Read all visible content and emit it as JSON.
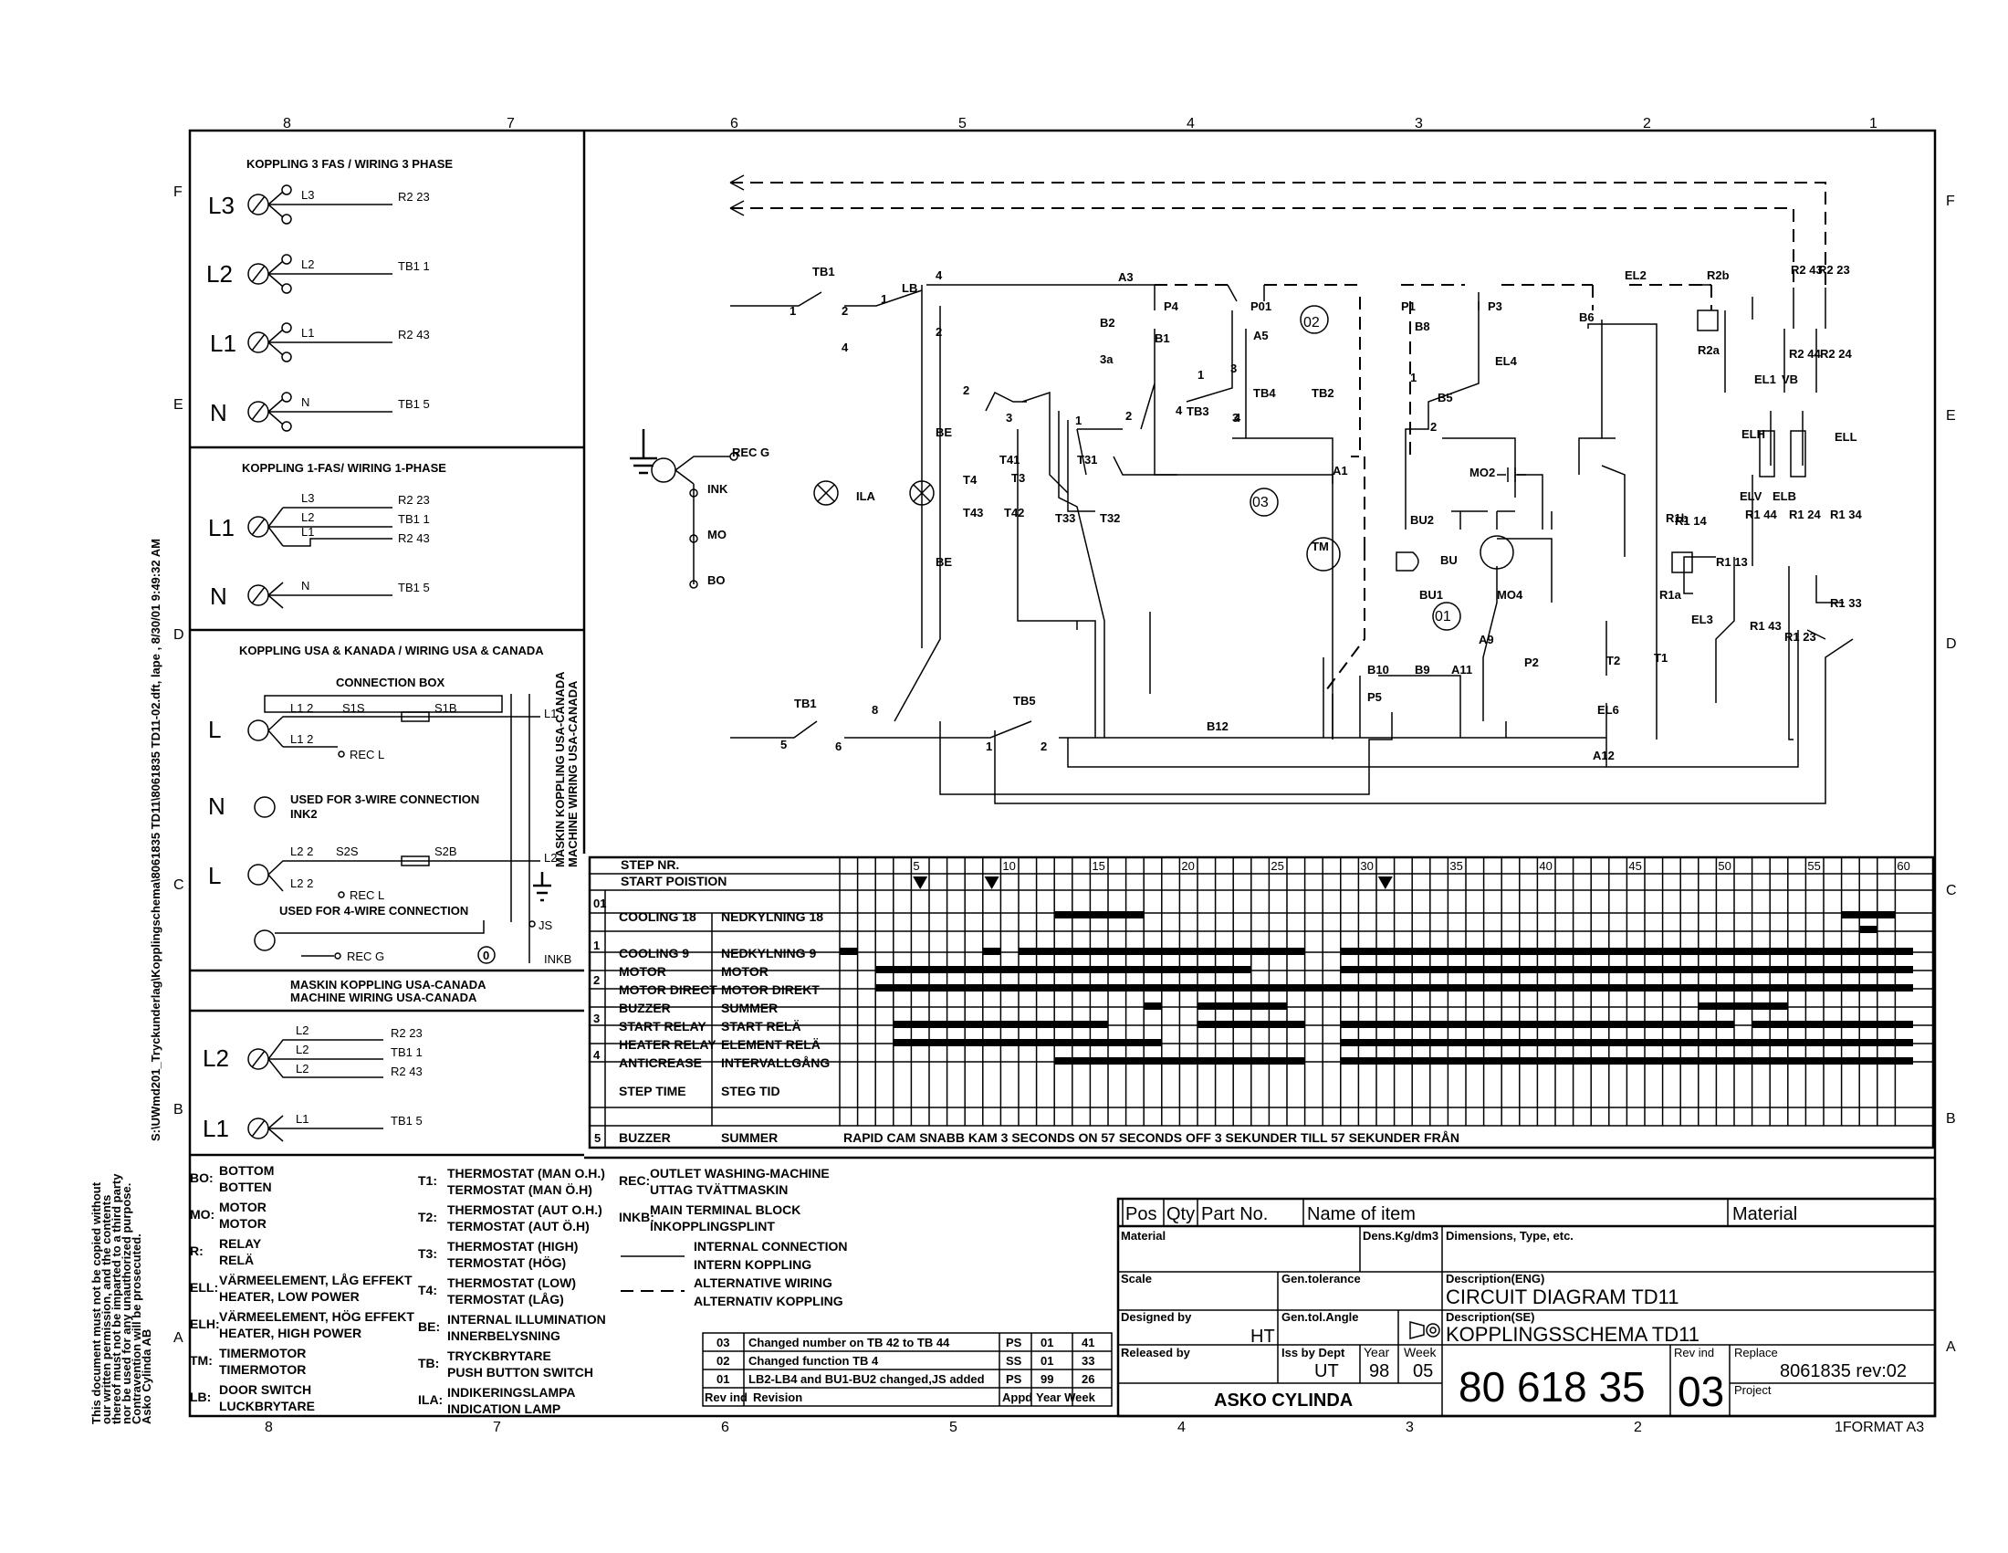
{
  "sheet": {
    "zones_top": [
      "8",
      "7",
      "6",
      "5",
      "4",
      "3",
      "2",
      "1"
    ],
    "rows_side": [
      "F",
      "E",
      "D",
      "C",
      "B",
      "A"
    ],
    "path_text": "S:\\UWmd201_Tryckunderlag\\Kopplingschema\\8061835 TD11\\8061835 TD11-02.dft, lape , 8/30/01 9:49:32 AM",
    "copyright": [
      "This document must not be copied without",
      "our written permission, and the contents",
      "thereof must not be imparted to a third party",
      "nor be used for any unauthorized purpose.",
      "Contravention will be prosecuted.",
      "Asko Cylinda AB"
    ],
    "format": "1FORMAT A3"
  },
  "left_panel": {
    "wiring3": {
      "title": "KOPPLING 3 FAS / WIRING 3 PHASE",
      "rows": [
        {
          "name": "L3",
          "wire": "L3",
          "dest": "R2 23"
        },
        {
          "name": "L2",
          "wire": "L2",
          "dest": "TB1 1"
        },
        {
          "name": "L1",
          "wire": "L1",
          "dest": "R2 43"
        },
        {
          "name": "N",
          "wire": "N",
          "dest": "TB1 5"
        }
      ]
    },
    "wiring1": {
      "title": "KOPPLING 1-FAS/ WIRING 1-PHASE",
      "l1": "L1",
      "n": "N",
      "wires": [
        "L3",
        "L2",
        "L1"
      ],
      "dests": [
        "R2 23",
        "TB1 1",
        "R2 43"
      ],
      "n_wire": "N",
      "n_dest": "TB1 5"
    },
    "wiring_usa": {
      "title": "KOPPLING USA & KANADA / WIRING USA & CANADA",
      "box": "CONNECTION BOX",
      "l": "L",
      "n": "N",
      "l12": "L1 2",
      "s1s": "S1S",
      "s1b": "S1B",
      "l1_out": "L1",
      "l12b": "L1 2",
      "recl": "REC L",
      "used3": "USED FOR 3-WIRE CONNECTION",
      "ink2": "INK2",
      "l22": "L2 2",
      "s2s": "S2S",
      "s2b": "S2B",
      "l2_out": "L2",
      "l22b": "L2 2",
      "recl2": "REC L",
      "used4": "USED FOR 4-WIRE CONNECTION",
      "js": "JS",
      "recg": "REC G",
      "inkb": "INKB",
      "vert1": "MASKIN KOPPLING USA-CANADA",
      "vert2": "MACHINE WIRING USA-CANADA",
      "circ": "0"
    },
    "machine": {
      "title1": "MASKIN KOPPLING USA-CANADA",
      "title2": "MACHINE WIRING USA-CANADA",
      "l2": "L2",
      "l1": "L1",
      "wires": [
        "L2",
        "L2",
        "L2"
      ],
      "dests": [
        "R2 23",
        "TB1 1",
        "R2 43"
      ],
      "l1_wire": "L1",
      "l1_dest": "TB1 5"
    }
  },
  "legend": {
    "col1": [
      {
        "code": "BO:",
        "en": "BOTTOM",
        "se": "BOTTEN"
      },
      {
        "code": "MO:",
        "en": "MOTOR",
        "se": "MOTOR"
      },
      {
        "code": "R:",
        "en": "RELAY",
        "se": "RELÄ"
      },
      {
        "code": "ELL:",
        "en": "VÄRMEELEMENT, LÅG EFFEKT",
        "se": "HEATER, LOW POWER"
      },
      {
        "code": "ELH:",
        "en": "VÄRMEELEMENT, HÖG EFFEKT",
        "se": "HEATER, HIGH POWER"
      },
      {
        "code": "TM:",
        "en": "TIMERMOTOR",
        "se": "TIMERMOTOR"
      },
      {
        "code": "LB:",
        "en": "DOOR SWITCH",
        "se": "LUCKBRYTARE"
      }
    ],
    "col2": [
      {
        "code": "T1:",
        "en": "THERMOSTAT (MAN O.H.)",
        "se": "TERMOSTAT (MAN Ö.H)"
      },
      {
        "code": "T2:",
        "en": "THERMOSTAT (AUT O.H.)",
        "se": "TERMOSTAT (AUT Ö.H)"
      },
      {
        "code": "T3:",
        "en": "THERMOSTAT (HIGH)",
        "se": "TERMOSTAT (HÖG)"
      },
      {
        "code": "T4:",
        "en": "THERMOSTAT (LOW)",
        "se": "TERMOSTAT (LÅG)"
      },
      {
        "code": "BE:",
        "en": "INTERNAL ILLUMINATION",
        "se": "INNERBELYSNING"
      },
      {
        "code": "TB:",
        "en": "TRYCKBRYTARE",
        "se": "PUSH BUTTON SWITCH"
      },
      {
        "code": "ILA:",
        "en": "INDIKERINGSLAMPA",
        "se": "INDICATION LAMP"
      }
    ],
    "col3": [
      {
        "code": "REC:",
        "en": "OUTLET WASHING-MACHINE",
        "se": "UTTAG TVÄTTMASKIN"
      },
      {
        "code": "INKB:",
        "en": "MAIN TERMINAL BLOCK",
        "se": "INKOPPLINGSPLINT"
      }
    ],
    "lines": [
      "INTERNAL CONNECTION",
      "INTERN KOPPLING",
      "ALTERNATIVE WIRING",
      "ALTERNATIV KOPPLING"
    ]
  },
  "revisions": {
    "rows": [
      {
        "rev": "03",
        "text": "Changed number on TB 42 to TB 44",
        "appd": "PS",
        "year": "01",
        "week": "41"
      },
      {
        "rev": "02",
        "text": "Changed function TB 4",
        "appd": "SS",
        "year": "01",
        "week": "33"
      },
      {
        "rev": "01",
        "text": "LB2-LB4 and BU1-BU2 changed,JS added",
        "appd": "PS",
        "year": "99",
        "week": "26"
      }
    ],
    "headers": {
      "rev": "Rev ind",
      "text": "Revision",
      "appd": "Appd",
      "yw": "Year Week"
    }
  },
  "title_block": {
    "pos": "Pos",
    "qty": "Qty",
    "part": "Part No.",
    "name": "Name of item",
    "material": "Material",
    "material2": "Material",
    "dens": "Dens.Kg/dm3",
    "dims": "Dimensions, Type, etc.",
    "scale": "Scale",
    "gentol": "Gen.tolerance",
    "desc_eng_label": "Description(ENG)",
    "desc_eng": "CIRCUIT DIAGRAM TD11",
    "designed": "Designed by",
    "designer": "HT",
    "genangle": "Gen.tol.Angle",
    "desc_se_label": "Description(SE)",
    "desc_se": "KOPPLINGSSCHEMA TD11",
    "released": "Released by",
    "iss": "Iss by Dept",
    "dept": "UT",
    "year_l": "Year",
    "year": "98",
    "week_l": "Week",
    "week": "05",
    "company": "ASKO CYLINDA",
    "number": "80 618 35",
    "revind_l": "Rev ind",
    "revind": "03",
    "replace_l": "Replace",
    "replace": "8061835 rev:02",
    "project_l": "Project"
  },
  "circuit": {
    "labels": [
      "TB1",
      "LB",
      "4",
      "A3",
      "P4",
      "P01",
      "P1",
      "P3",
      "EL2",
      "R2b",
      "R2 43",
      "R2 23",
      "1",
      "2",
      "1",
      "2",
      "4",
      "B2",
      "B1",
      "3",
      "A5",
      "02",
      "B8",
      "B6",
      "R2a",
      "R2 44",
      "R2 24",
      "3a",
      "1",
      "3",
      "TB4",
      "TB2",
      "1",
      "B5",
      "EL4",
      "EL1",
      "VB",
      "2",
      "3",
      "1",
      "2",
      "TB3",
      "4",
      "4",
      "2",
      "ELH",
      "ELL",
      "BE",
      "REC G",
      "INK",
      "T41",
      "T31",
      "MO2",
      "MO",
      "BO",
      "T4",
      "T3",
      "ILA",
      "A1",
      "03",
      "BU2",
      "BU",
      "R1b",
      "R1 14",
      "R1 44",
      "R1 24",
      "R1 34",
      "T43",
      "T42",
      "T33",
      "T32",
      "TM",
      "ELV",
      "ELB",
      "BE",
      "BU1",
      "MO4",
      "01",
      "R1a",
      "R1 13",
      "R1 43",
      "R1 23",
      "R1 33",
      "EL3",
      "A9",
      "P2",
      "T2",
      "T1",
      "B10",
      "B9",
      "A11",
      "P5",
      "EL6",
      "TB1",
      "8",
      "TB5",
      "5",
      "6",
      "B12",
      "1",
      "2",
      "A12"
    ]
  },
  "program": {
    "step_label": "STEP NR.",
    "start_label": "START POISTION",
    "step_nums": [
      "5",
      "10",
      "15",
      "20",
      "25",
      "30",
      "35",
      "40",
      "45",
      "50",
      "55",
      "60"
    ],
    "rows": [
      {
        "g": "01",
        "en": "COOLING 18",
        "se": "NEDKYLNING 18"
      },
      {
        "g": "1",
        "en": "COOLING 9",
        "se": "NEDKYLNING 9"
      },
      {
        "g": "2",
        "en": "MOTOR",
        "se": "MOTOR"
      },
      {
        "g": "",
        "en": "MOTOR DIRECT",
        "se": "MOTOR DIREKT"
      },
      {
        "g": "3",
        "en": "BUZZER",
        "se": "SUMMER"
      },
      {
        "g": "",
        "en": "START RELAY",
        "se": "START RELÄ"
      },
      {
        "g": "4",
        "en": "HEATER RELAY",
        "se": "ELEMENT RELÄ"
      },
      {
        "g": "",
        "en": "ANTICREASE",
        "se": "INTERVALLGÅNG"
      }
    ],
    "steptime": {
      "en": "STEP TIME",
      "se": "STEG TID"
    },
    "buzzer": {
      "g": "5",
      "en": "BUZZER",
      "se": "SUMMER",
      "note": "RAPID CAM  SNABB KAM   3 SECONDS ON  57 SECONDS OFF   3 SEKUNDER TILL  57 SEKUNDER FRÅN"
    }
  }
}
